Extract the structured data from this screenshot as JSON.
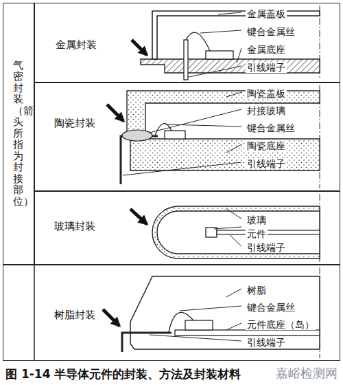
{
  "diagram": {
    "caption": "图 1-14 半导体元件的封装、方法及封装材料",
    "nodes": [
      {
        "text": [
          "气密封装（箭头所指为封接部位）"
        ]
      },
      {
        "text": [
          "金属封装"
        ]
      },
      {
        "text": [
          "陶瓷封装"
        ]
      },
      {
        "text": [
          "玻璃封装"
        ]
      },
      {
        "text": [
          "树脂封装"
        ]
      }
    ],
    "labels": [
      "金属盖板",
      "键合金属丝",
      "金属底座",
      "引线端子",
      "陶瓷盖板",
      "封接玻璃",
      "键合金属丝",
      "陶瓷底座",
      "引线端子",
      "玻璃",
      "元件",
      "引线端子",
      "树脂",
      "键合金属丝",
      "元件底座（岛）",
      "引线端子",
      "嘉峪检测网"
    ]
  }
}
